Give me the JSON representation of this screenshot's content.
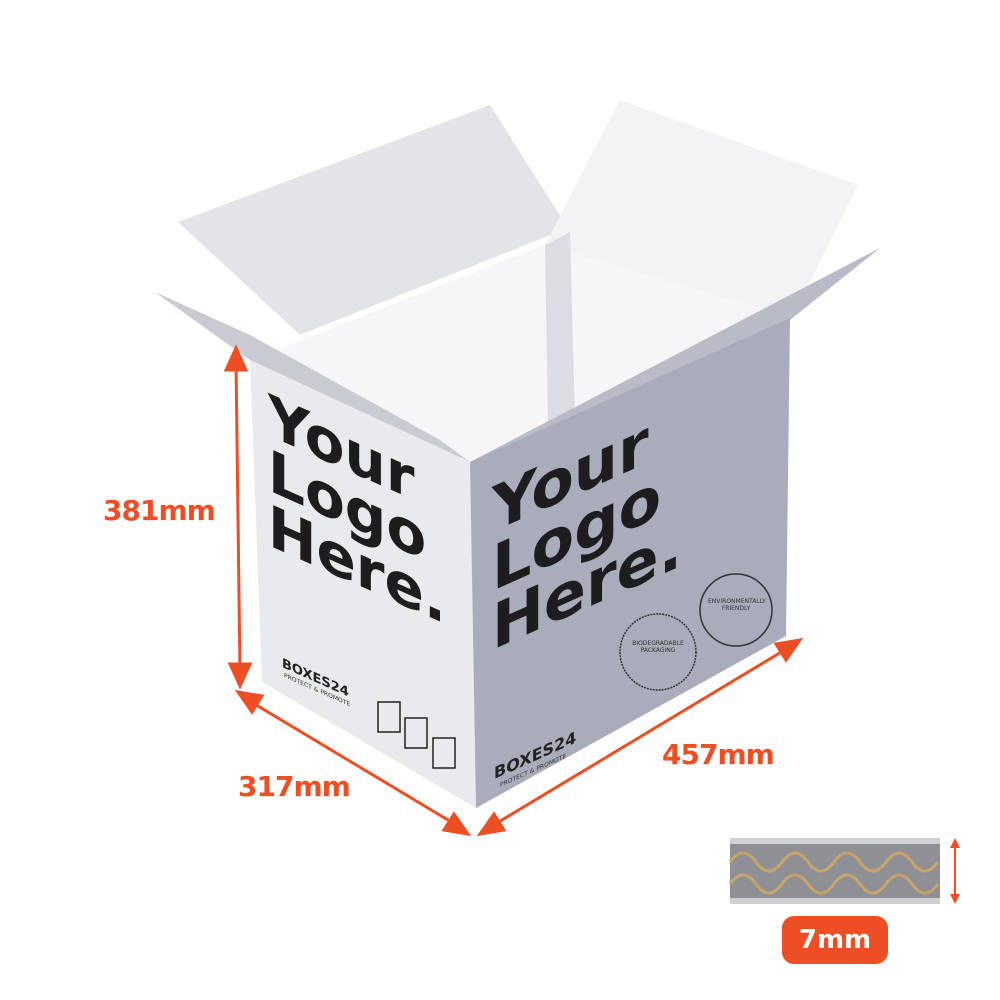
{
  "dimensions": {
    "height": "381mm",
    "depth": "317mm",
    "width": "457mm",
    "wall_thickness": "7mm"
  },
  "box_print": {
    "logo_text": "Your\nLogo\nHere.",
    "brand": "BOXES24",
    "tagline": "PROTECT & PROMOTE",
    "stamps": [
      "BIODEGRADABLE PACKAGING",
      "ENVIRONMENTALLY FRIENDLY"
    ]
  },
  "colors": {
    "accent": "#ee4e24",
    "box_left": "#e9eaee",
    "box_right": "#a9adbb"
  }
}
